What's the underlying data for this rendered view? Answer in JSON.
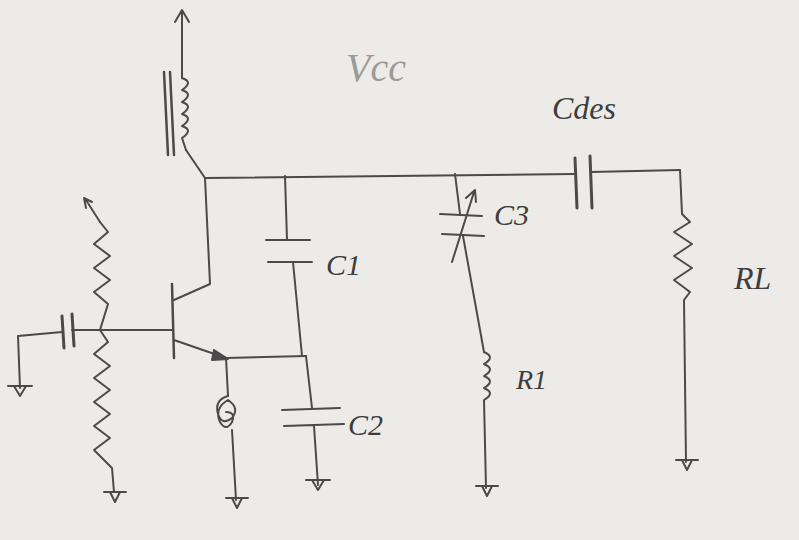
{
  "diagram": {
    "labels": [
      "Vcc",
      "Cdes",
      "C3",
      "C1",
      "C2",
      "R1",
      "RL"
    ]
  }
}
